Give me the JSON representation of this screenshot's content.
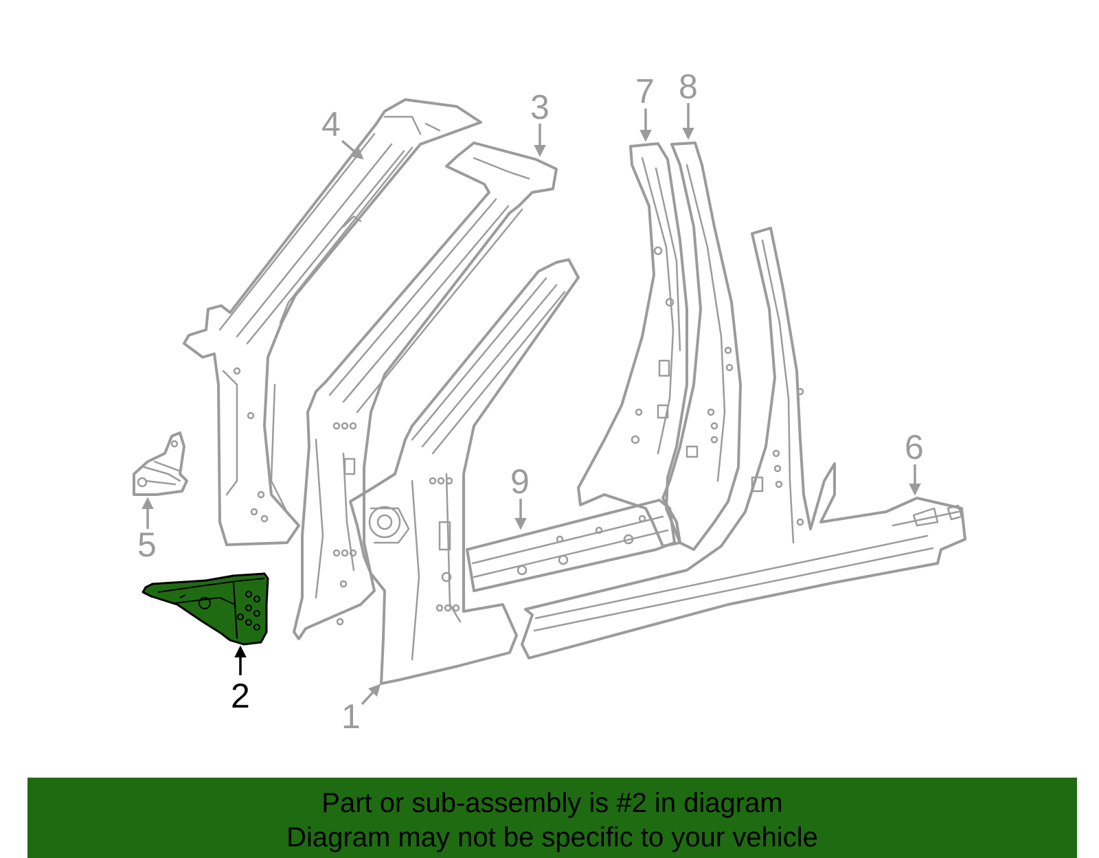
{
  "diagram": {
    "callouts": [
      {
        "id": "1",
        "label": "1",
        "highlighted": false
      },
      {
        "id": "2",
        "label": "2",
        "highlighted": true
      },
      {
        "id": "3",
        "label": "3",
        "highlighted": false
      },
      {
        "id": "4",
        "label": "4",
        "highlighted": false
      },
      {
        "id": "5",
        "label": "5",
        "highlighted": false
      },
      {
        "id": "6",
        "label": "6",
        "highlighted": false
      },
      {
        "id": "7",
        "label": "7",
        "highlighted": false
      },
      {
        "id": "8",
        "label": "8",
        "highlighted": false
      },
      {
        "id": "9",
        "label": "9",
        "highlighted": false
      }
    ],
    "colors": {
      "line_art": "#9b9b9b",
      "highlight_fill": "#1f6b12",
      "highlight_label": "#000000",
      "banner_background": "#1f6b12"
    }
  },
  "banner": {
    "line1": "Part or sub-assembly is #2 in diagram",
    "line2": "Diagram may not be specific to your vehicle"
  }
}
